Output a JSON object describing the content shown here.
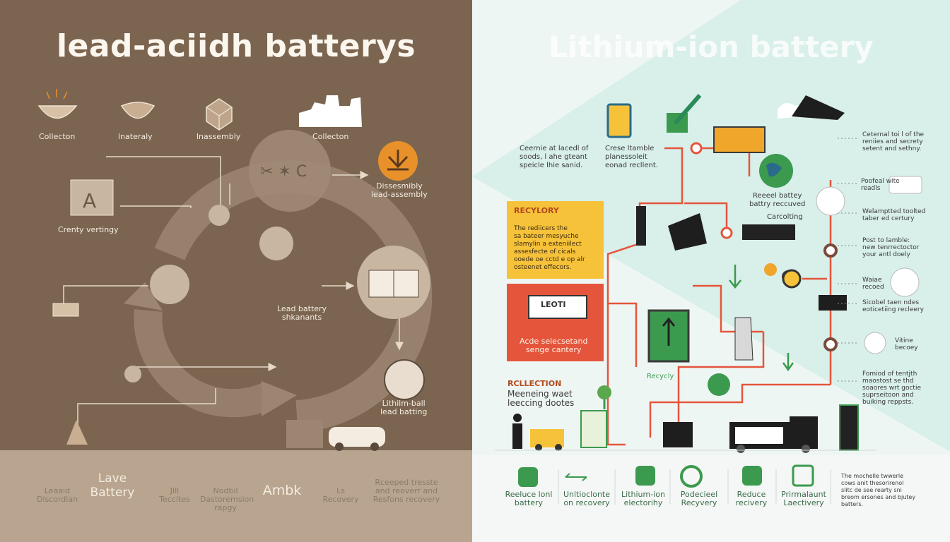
{
  "left_panel": {
    "title": "lead-aciidh batterys",
    "labels": {
      "collection1": "Collecton",
      "materially": "lnateraly",
      "inassembly": "lnassembly",
      "collection2": "Collecton",
      "disassembly": "Dissesmibly\nlead-assembly",
      "crently": "Crenty vertingy",
      "leave_battery": "Lead battery\nshkanants",
      "lithium_ball": "Lithilm-ball\nlead batting"
    },
    "footer": [
      {
        "text": "Leaaid\nDiscordian"
      },
      {
        "text": "Lave\nBattery"
      },
      {
        "text": "Jlll\nTeccites"
      },
      {
        "text": "Nodbil\nDastoremsion\nrapgy"
      },
      {
        "text": "Ambk"
      },
      {
        "text": "Ls\nRecovery"
      },
      {
        "text": "Rceeped tresste\nand reoverr and\nResfons recovery"
      }
    ]
  },
  "right_panel": {
    "title": "Lithium-ion battery",
    "notes": {
      "top_left": "Ceernie at lacedl of\nsoods, l ahe gteant\nspeicle lhie sanid.",
      "top_mid": "Crese ltamble\nplanessoleit\neonad recllent.",
      "recycled": "Reeeel battey\nbattry reccuved",
      "carcolting": "Carcolting",
      "recycled_small": "Recycly"
    },
    "yellow_card": {
      "title": "RECYLORY",
      "body": "The rediicers the\nsa bateer mesyuche\nslamylin a exteniilect\nassesfecte of cicals\nooede oe cctd e op alr\nosteenet effecors."
    },
    "red_card": {
      "truck_label": "LEOTI",
      "body": "Acde selecsetand\nsenge cantery"
    },
    "collection": {
      "title": "RCLLECTION",
      "body": "Meeneing waet\nleeccing dootes"
    },
    "side_notes": [
      "Ceternal toi l of the\nreniies and secrety\nsetent and sethny.",
      "Poofeal wite\nreadls",
      "Welamptted toolted\ntaber ed certury",
      "Post to lamble:\nnew tenrrectoctor\nyour antl doely",
      "Waiae\nrecoed",
      "Sicobel taen ndes\neoticetiing recleery",
      "Vitine\nbecoey",
      "Fomiod of tentjth\nmaostost se thd\nsoaores wrt goctie\nsuprseitoon and\nbuiking reppsts."
    ],
    "footer": [
      {
        "text": "Reeluce lonl\nbattery"
      },
      {
        "text": "Unltioclonte\non recovery"
      },
      {
        "text": "Lithium-ion\nelectorihy"
      },
      {
        "text": "Podecieel\nRecyvery"
      },
      {
        "text": "Reduce\nrecivery"
      },
      {
        "text": "Prirmalaunt\nLaectivery"
      }
    ],
    "footer_note": "The mochelle twwerle\ncows anit thesorirenol\nslitc de see rearty sni\nbreom ersones and bjutey\nbatters."
  },
  "colors": {
    "left_bg": "#7b6550",
    "left_footer_bg": "#b9a58f",
    "right_bg": "#eef6f4",
    "accent_orange": "#e8912b",
    "accent_red": "#e5553b",
    "accent_yellow": "#f6c23a",
    "accent_green": "#3c9a4e"
  }
}
